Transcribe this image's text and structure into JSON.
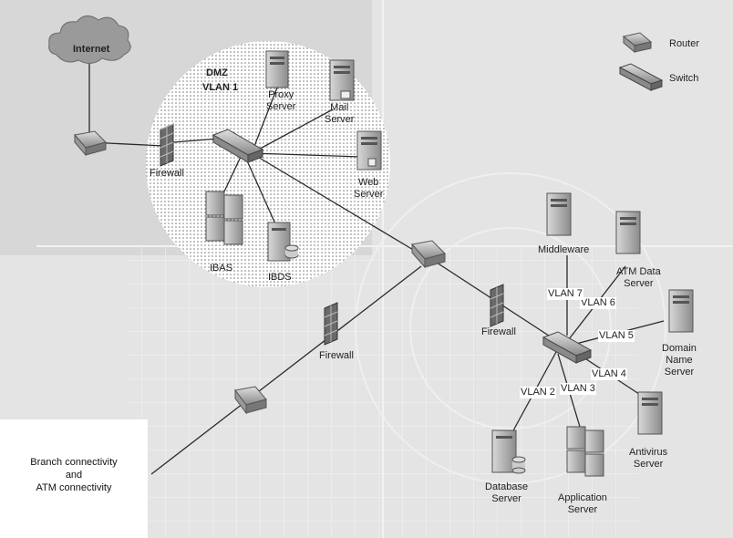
{
  "title_internet": "Internet",
  "dmz": {
    "name": "DMZ",
    "vlan": "VLAN 1"
  },
  "legend": {
    "router": "Router",
    "switch": "Switch"
  },
  "nodes": {
    "firewall_dmz": "Firewall",
    "proxy_line1": "Proxy",
    "proxy_line2": "Server",
    "mail_line1": "Mail",
    "mail_line2": "Server",
    "web_line1": "Web",
    "web_line2": "Server",
    "ibas": "IBAS",
    "ibds": "IBDS",
    "firewall_mid": "Firewall",
    "firewall_right": "Firewall",
    "middleware": "Middleware",
    "atm_line1": "ATM Data",
    "atm_line2": "Server",
    "dns_line1": "Domain",
    "dns_line2": "Name",
    "dns_line3": "Server",
    "antivirus_line1": "Antivirus",
    "antivirus_line2": "Server",
    "app_line1": "Application",
    "app_line2": "Server",
    "db_line1": "Database",
    "db_line2": "Server"
  },
  "vlans": {
    "v2": "VLAN 2",
    "v3": "VLAN 3",
    "v4": "VLAN 4",
    "v5": "VLAN 5",
    "v6": "VLAN 6",
    "v7": "VLAN 7"
  },
  "branch": {
    "line1": "Branch connectivity",
    "line2": "and",
    "line3": "ATM connectivity"
  },
  "colors": {
    "background": "#e6e6e6",
    "dmz_fill": "#ffffff",
    "dmz_dots": "#7a7a7a",
    "device": "#bdbdbd",
    "device_dark": "#6e6e6e",
    "link": "#333333"
  }
}
